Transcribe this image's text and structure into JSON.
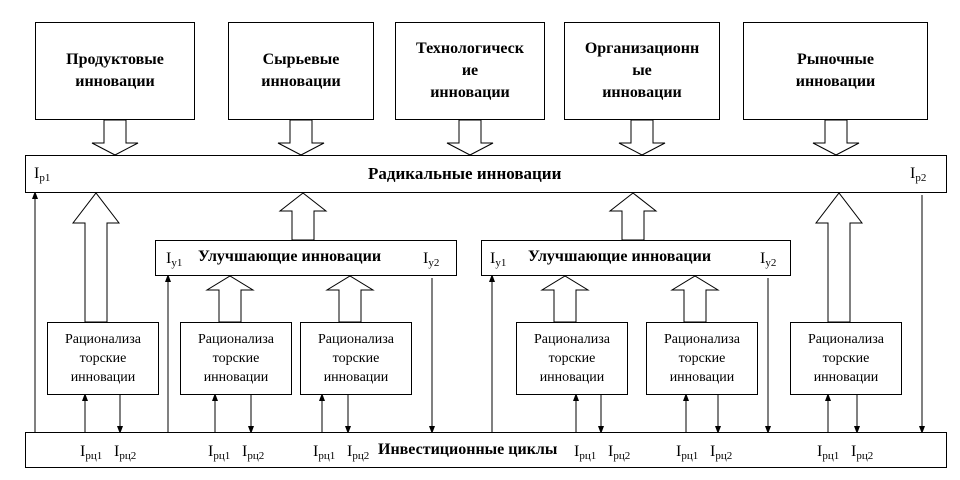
{
  "top_boxes": [
    "Продуктовые\nинновации",
    "Сырьевые\nинновации",
    "Технологическ\nие\nинновации",
    "Организационн\nые\nинновации",
    "Рыночные\nинновации"
  ],
  "radical": {
    "label": "Радикальные инновации",
    "left": {
      "letter": "I",
      "sub": "р1"
    },
    "right": {
      "letter": "I",
      "sub": "р2"
    }
  },
  "improving": [
    {
      "label": "Улучшающие инновации",
      "left": {
        "letter": "I",
        "sub": "у1"
      },
      "right": {
        "letter": "I",
        "sub": "у2"
      }
    },
    {
      "label": "Улучшающие инновации",
      "left": {
        "letter": "I",
        "sub": "у1"
      },
      "right": {
        "letter": "I",
        "sub": "у2"
      }
    }
  ],
  "rational_boxes": [
    "Рационализа\nторские\nинновации",
    "Рационализа\nторские\nинновации",
    "Рационализа\nторские\nинновации",
    "Рационализа\nторские\nинновации",
    "Рационализа\nторские\nинновации",
    "Рационализа\nторские\nинновации"
  ],
  "investment": {
    "label": "Инвестиционные циклы",
    "pairs": [
      [
        {
          "letter": "I",
          "sub": "рц1"
        },
        {
          "letter": "I",
          "sub": "рц2"
        }
      ],
      [
        {
          "letter": "I",
          "sub": "рц1"
        },
        {
          "letter": "I",
          "sub": "рц2"
        }
      ],
      [
        {
          "letter": "I",
          "sub": "рц1"
        },
        {
          "letter": "I",
          "sub": "рц2"
        }
      ],
      [
        {
          "letter": "I",
          "sub": "рц1"
        },
        {
          "letter": "I",
          "sub": "рц2"
        }
      ],
      [
        {
          "letter": "I",
          "sub": "рц1"
        },
        {
          "letter": "I",
          "sub": "рц2"
        }
      ],
      [
        {
          "letter": "I",
          "sub": "рц1"
        },
        {
          "letter": "I",
          "sub": "рц2"
        }
      ]
    ]
  }
}
